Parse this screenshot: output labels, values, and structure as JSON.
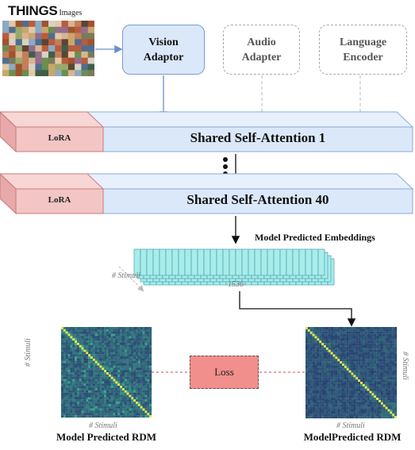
{
  "dataset": {
    "brand": "THINGS",
    "suffix": "Images"
  },
  "encoders": {
    "vision": {
      "line1": "Vision",
      "line2": "Adaptor"
    },
    "audio": {
      "line1": "Audio",
      "line2": "Adapter"
    },
    "language": {
      "line1": "Language",
      "line2": "Encoder"
    }
  },
  "layers": {
    "first": {
      "lora": "LoRA",
      "title": "Shared Self-Attention 1"
    },
    "last": {
      "lora": "LoRA",
      "title": "Shared Self-Attention 40"
    }
  },
  "embeddings": {
    "title": "Model Predicted Embeddings",
    "rows_label": "# Stimuli",
    "dim_label": "1536"
  },
  "loss": {
    "label": "Loss"
  },
  "rdm_left": {
    "axis_y": "# Stimuli",
    "axis_x": "# Stimuli",
    "caption": "Model Predicted RDM"
  },
  "rdm_right": {
    "axis_y": "# Stimuli",
    "axis_x": "# Stimuli",
    "caption": "ModelPredicted RDM"
  },
  "colors": {
    "vision_fill": "#dbe8fa",
    "band_fill": "#dbe8fa",
    "lora_fill": "#f3c5c5",
    "loss_fill": "#f08f8c",
    "embedding_fill": "#a8ecec"
  }
}
